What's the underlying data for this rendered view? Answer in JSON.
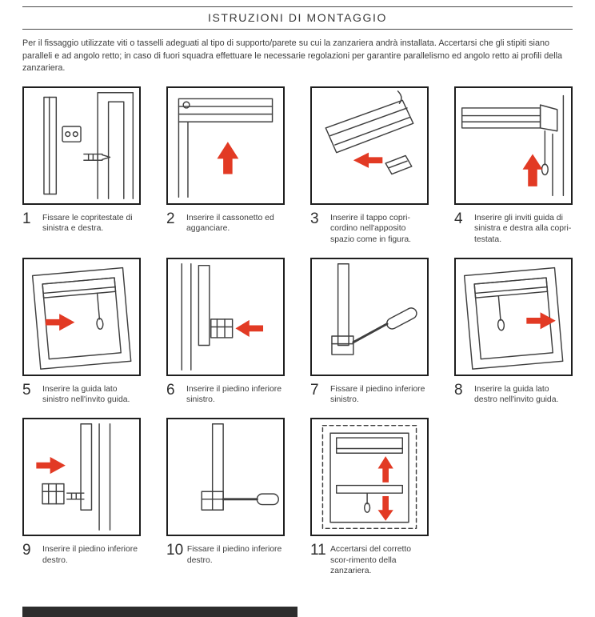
{
  "page": {
    "title": "ISTRUZIONI DI MONTAGGIO",
    "intro": "Per il fissaggio utilizzate viti o tasselli adeguati al tipo di supporto/parete su cui la zanzariera andrà installata. Accertarsi che gli stipiti siano paralleli e ad angolo retto; in caso di fuori squadra effettuare le necessarie regolazioni per garantire parallelismo ed angolo retto ai profili della zanzariera."
  },
  "colors": {
    "accent": "#e23a24",
    "line": "#3f3f3f"
  },
  "steps": [
    {
      "num": "1",
      "caption": "Fissare le copritestate di sinistra e destra."
    },
    {
      "num": "2",
      "caption": "Inserire il cassonetto ed agganciare."
    },
    {
      "num": "3",
      "caption": "Inserire il tappo copri-cordino nell'apposito spazio come in figura."
    },
    {
      "num": "4",
      "caption": "Inserire gli inviti guida di sinistra e destra alla copri-testata."
    },
    {
      "num": "5",
      "caption": "Inserire la guida lato sinistro nell'invito guida."
    },
    {
      "num": "6",
      "caption": "Inserire il piedino inferiore sinistro."
    },
    {
      "num": "7",
      "caption": "Fissare il piedino inferiore sinistro."
    },
    {
      "num": "8",
      "caption": "Inserire la guida lato destro nell'invito guida."
    },
    {
      "num": "9",
      "caption": "Inserire il piedino inferiore destro."
    },
    {
      "num": "10",
      "caption": "Fissare il piedino inferiore destro."
    },
    {
      "num": "11",
      "caption": "Accertarsi del corretto scor-rimento della zanzariera."
    }
  ]
}
